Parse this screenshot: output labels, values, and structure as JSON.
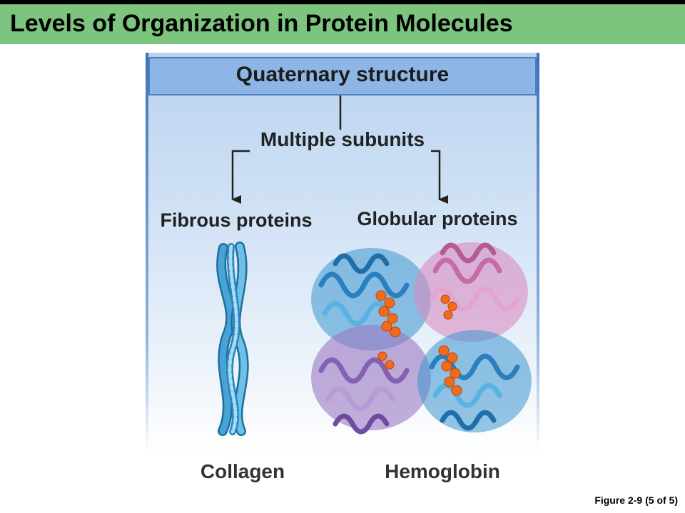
{
  "slide": {
    "title": "Levels of Organization in Protein Molecules",
    "figure_ref": "Figure 2-9 (5 of 5)"
  },
  "diagram": {
    "header": "Quaternary  structure",
    "branch_label": "Multiple subunits",
    "left_branch": {
      "label": "Fibrous proteins",
      "example": "Collagen"
    },
    "right_branch": {
      "label": "Globular proteins",
      "example": "Hemoglobin"
    }
  },
  "colors": {
    "title_bar": "#7dc47f",
    "panel_header": "#8db6e6",
    "collagen_strand": "#4aa3d6",
    "hemoglobin_blue": "#3d95cf",
    "hemoglobin_pink": "#d98cc0",
    "hemoglobin_purple": "#9a78c2",
    "heme_group": "#f26a1b"
  }
}
